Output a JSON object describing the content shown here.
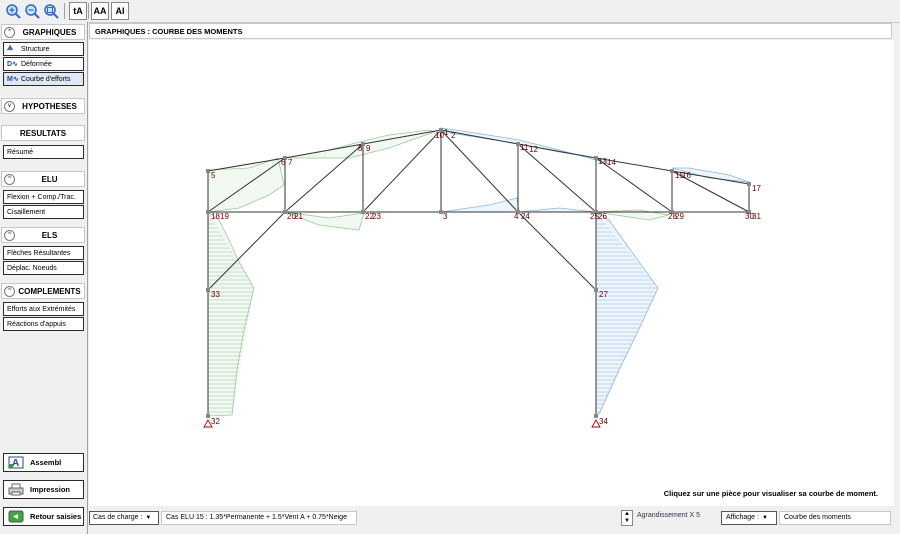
{
  "toolbar": {
    "buttons": [
      {
        "name": "zoom-in-icon",
        "icon": "zoom-in"
      },
      {
        "name": "zoom-out-icon",
        "icon": "zoom-out"
      },
      {
        "name": "zoom-fit-icon",
        "icon": "zoom-fit"
      },
      {
        "name": "text-size-icon",
        "label": "tA"
      },
      {
        "name": "text-aa-icon",
        "label": "AA"
      },
      {
        "name": "text-format-icon",
        "label": "AI"
      }
    ]
  },
  "sidebar": {
    "graphiques": {
      "title": "GRAPHIQUES",
      "toggle": "^",
      "items": [
        {
          "label": "Structure",
          "icon": "structure-icon"
        },
        {
          "label": "Déformée",
          "icon": "deformee-icon"
        },
        {
          "label": "Courbe d'efforts",
          "icon": "courbe-efforts-icon",
          "selected": true
        }
      ]
    },
    "hypotheses": {
      "title": "HYPOTHESES",
      "toggle": "v"
    },
    "resultats": {
      "title": "RESULTATS",
      "items": [
        {
          "label": "Résumé"
        }
      ]
    },
    "elu": {
      "title": "ELU",
      "toggle": "^",
      "items": [
        {
          "label": "Flexion + Comp./Trac."
        },
        {
          "label": "Cisaillement"
        }
      ]
    },
    "els": {
      "title": "ELS",
      "toggle": "^",
      "items": [
        {
          "label": "Flèches Résultantes"
        },
        {
          "label": "Déplac. Noeuds"
        }
      ]
    },
    "complements": {
      "title": "COMPLEMENTS",
      "toggle": "^",
      "items": [
        {
          "label": "Efforts aux Extrémités"
        },
        {
          "label": "Réactions d'appuis"
        }
      ]
    },
    "buttons": [
      {
        "label": "Assembl",
        "icon": "assembl-icon"
      },
      {
        "label": "Impression",
        "icon": "printer-icon"
      },
      {
        "label": "Retour saisies",
        "icon": "back-icon"
      }
    ]
  },
  "main": {
    "title": "GRAPHIQUES : COURBE DES MOMENTS",
    "hint": "Cliquez sur une pièce pour visualiser sa courbe de moment.",
    "node_labels": [
      "5",
      "6",
      "7",
      "8",
      "9",
      "10",
      "1",
      "2",
      "11",
      "12",
      "13",
      "14",
      "15",
      "16",
      "17",
      "18",
      "19",
      "20",
      "21",
      "22",
      "23",
      "3",
      "4",
      "24",
      "25",
      "26",
      "28",
      "29",
      "30",
      "31",
      "33",
      "27",
      "32",
      "34"
    ]
  },
  "footer": {
    "cas_label": "Cas de charge :",
    "cas_value": "Cas ELU 15 :  1.35*Permanente + 1.5*Vent A + 0.75*Neige",
    "zoom_text": "Agrandissement X 5",
    "affichage_label": "Affichage :",
    "affichage_value": "Courbe des moments"
  },
  "colors": {
    "accent": "#2a4a8a",
    "diagram_green": "#9cc79c",
    "diagram_blue": "#8bb6e0",
    "node_label": "#6a0000"
  }
}
